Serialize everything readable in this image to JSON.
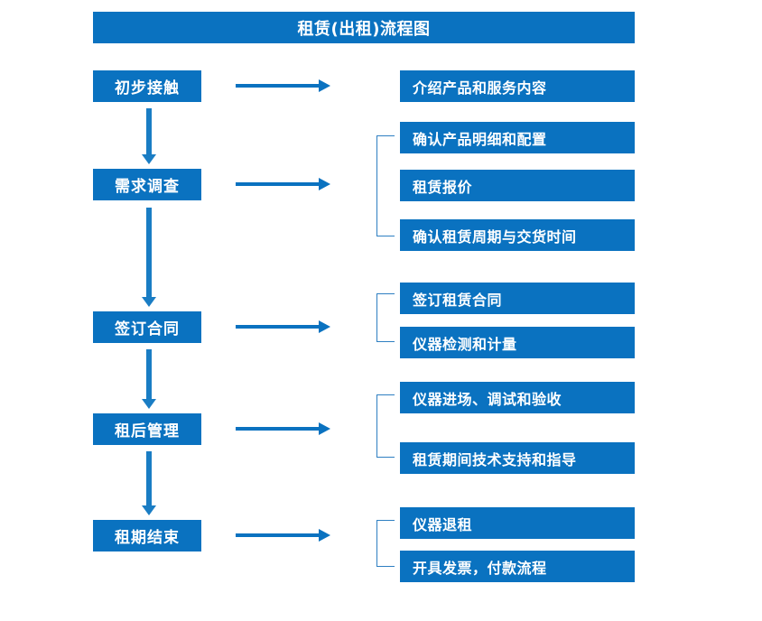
{
  "title": "租赁(出租)流程图",
  "colors": {
    "brand_blue": "#0A72C0",
    "arrow_blue": "#1A7DC4",
    "bracket_blue": "#2E7FC2",
    "text_on_blue": "#FFFFFF",
    "background": "#FFFFFF"
  },
  "stages": [
    {
      "label": "初步接触"
    },
    {
      "label": "需求调查"
    },
    {
      "label": "签订合同"
    },
    {
      "label": "租后管理"
    },
    {
      "label": "租期结束"
    }
  ],
  "details": [
    {
      "label": "介绍产品和服务内容"
    },
    {
      "label": "确认产品明细和配置"
    },
    {
      "label": "租赁报价"
    },
    {
      "label": "确认租赁周期与交货时间"
    },
    {
      "label": "签订租赁合同"
    },
    {
      "label": "仪器检测和计量"
    },
    {
      "label": "仪器进场、调试和验收"
    },
    {
      "label": "租赁期间技术支持和指导"
    },
    {
      "label": "仪器退租"
    },
    {
      "label": "开具发票，付款流程"
    }
  ],
  "chart_data": {
    "type": "diagram",
    "title": "租赁(出租)流程图",
    "orientation": "vertical-with-branches",
    "nodes": [
      {
        "stage": "初步接触",
        "outputs": [
          "介绍产品和服务内容"
        ],
        "grouped": false
      },
      {
        "stage": "需求调查",
        "outputs": [
          "确认产品明细和配置",
          "租赁报价",
          "确认租赁周期与交货时间"
        ],
        "grouped": true
      },
      {
        "stage": "签订合同",
        "outputs": [
          "签订租赁合同",
          "仪器检测和计量"
        ],
        "grouped": true
      },
      {
        "stage": "租后管理",
        "outputs": [
          "仪器进场、调试和验收",
          "租赁期间技术支持和指导"
        ],
        "grouped": true
      },
      {
        "stage": "租期结束",
        "outputs": [
          "仪器退租",
          "开具发票，付款流程"
        ],
        "grouped": true
      }
    ],
    "flow_sequence": [
      "初步接触",
      "需求调查",
      "签订合同",
      "租后管理",
      "租期结束"
    ]
  }
}
